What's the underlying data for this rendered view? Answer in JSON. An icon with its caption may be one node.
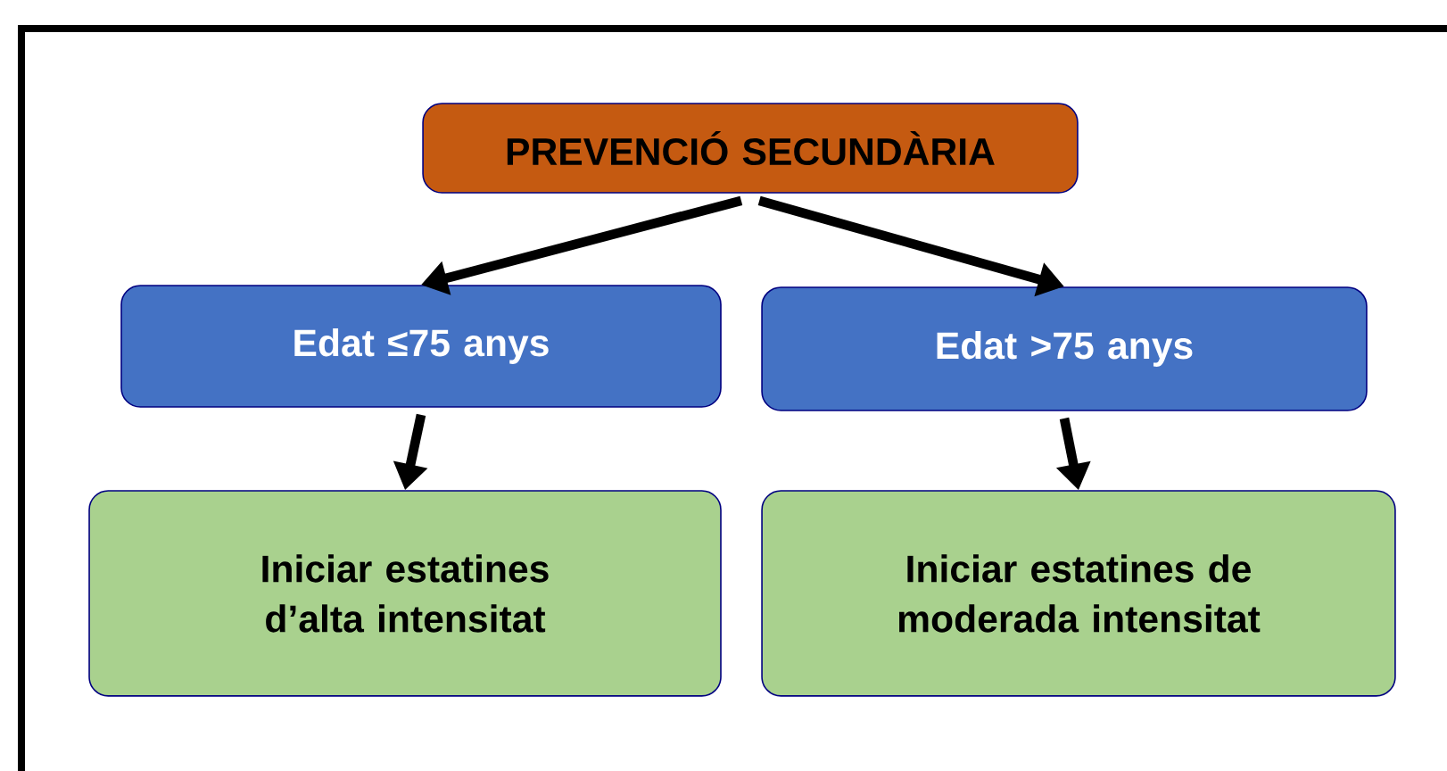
{
  "diagram": {
    "nodes": [
      {
        "text": [
          "PREVENCIÓ SECUNDÀRIA"
        ]
      },
      {
        "text": [
          "Edat ≤75 anys"
        ]
      },
      {
        "text": [
          "Edat >75 anys"
        ]
      },
      {
        "text": [
          "Iniciar estatines d’alta intensitat"
        ]
      },
      {
        "text": [
          "Iniciar estatines de moderada intensitat"
        ]
      }
    ],
    "edges": [
      {
        "from": 0,
        "to": 1,
        "arrow": "to"
      },
      {
        "from": 0,
        "to": 2,
        "arrow": "to"
      },
      {
        "from": 1,
        "to": 3,
        "arrow": "to"
      },
      {
        "from": 2,
        "to": 4,
        "arrow": "to"
      }
    ]
  }
}
